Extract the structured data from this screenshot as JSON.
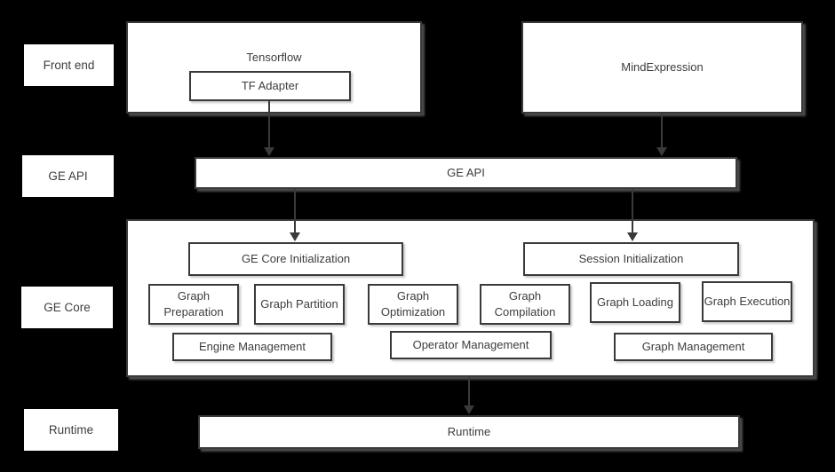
{
  "colors": {
    "background": "#000000",
    "box_fill": "#ffffff",
    "border": "#3a3a3a",
    "text": "#3d3d3d",
    "arrow": "#3a3a3a"
  },
  "side_labels": {
    "front_end": "Front end",
    "ge_api": "GE API",
    "ge_core": "GE Core",
    "runtime": "Runtime"
  },
  "front_end": {
    "tensorflow_title": "Tensorflow",
    "tf_adapter": "TF Adapter",
    "mindexpression": "MindExpression"
  },
  "ge_api_bar": "GE API",
  "ge_core": {
    "init": [
      "GE Core Initialization",
      "Session Initialization"
    ],
    "functions": [
      "Graph Preparation",
      "Graph Partition",
      "Graph Optimization",
      "Graph Compilation",
      "Graph Loading",
      "Graph Execution"
    ],
    "management": [
      "Engine Management",
      "Operator Management",
      "Graph Management"
    ]
  },
  "runtime_bar": "Runtime"
}
